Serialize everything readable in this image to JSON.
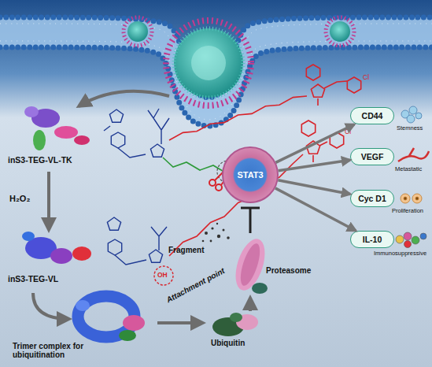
{
  "diagram": {
    "nodes": [
      {
        "text": [
          "STAT3"
        ]
      },
      {
        "text": [
          "CD44"
        ]
      },
      {
        "text": [
          "VEGF"
        ]
      },
      {
        "text": [
          "Cyc D1"
        ]
      },
      {
        "text": [
          "IL-10"
        ]
      }
    ],
    "edges": [
      {
        "from": 0,
        "to": 1,
        "arrow": "to"
      },
      {
        "from": 0,
        "to": 2,
        "arrow": "to"
      },
      {
        "from": 0,
        "to": 3,
        "arrow": "to"
      },
      {
        "from": 0,
        "to": 4,
        "arrow": "to"
      }
    ],
    "labels": [
      "inS3-TEG-VL-TK",
      "H₂O₂",
      "inS3-TEG-VL",
      "Attachment point",
      "Fragment",
      "Proteasome",
      "Trimer complex for ubiquitination",
      "Ubiquitin",
      "Stemness",
      "Metastatic",
      "Proliferation",
      "Immunosuppressive",
      "OH",
      "Cl",
      "Cl"
    ]
  }
}
